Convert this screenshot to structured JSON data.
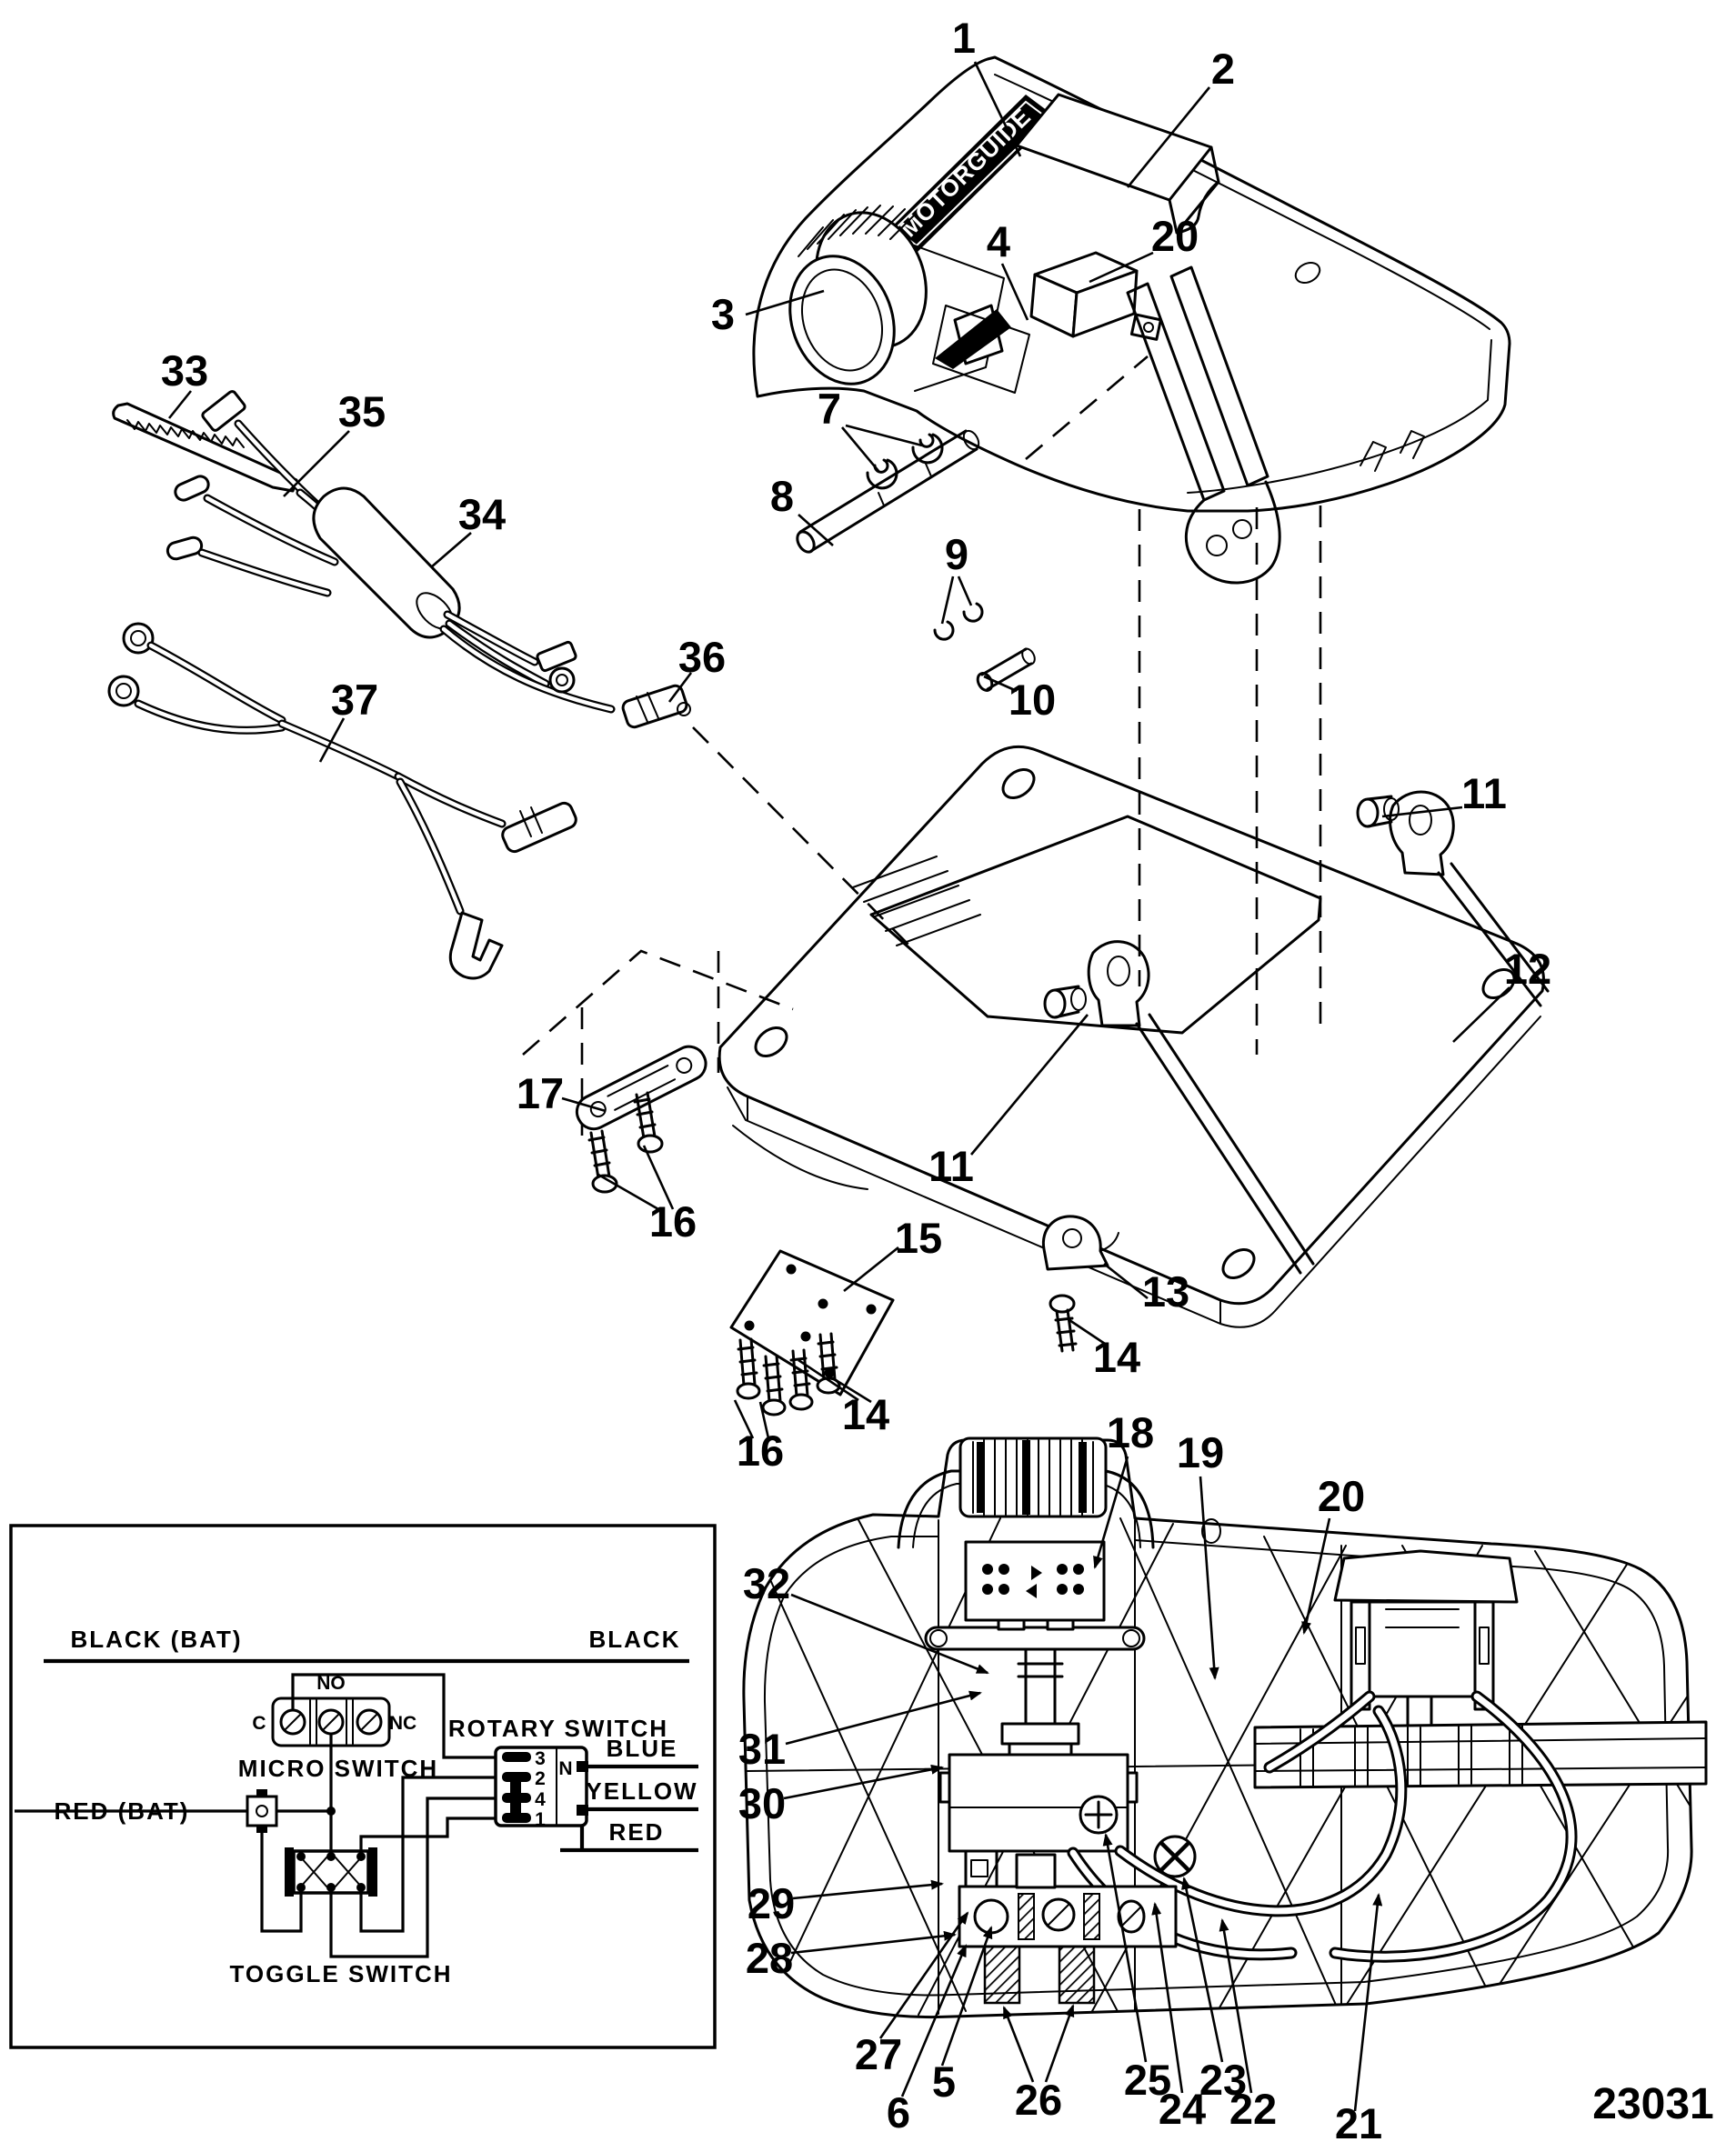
{
  "drawing_number": "23031",
  "logo_text": "MOTORGUIDE",
  "callouts": [
    "1",
    "2",
    "3",
    "4",
    "20",
    "7",
    "8",
    "9",
    "10",
    "33",
    "35",
    "34",
    "36",
    "37",
    "11",
    "12",
    "11",
    "17",
    "16",
    "15",
    "13",
    "14",
    "16",
    "14",
    "18",
    "19",
    "20",
    "32",
    "31",
    "30",
    "29",
    "28",
    "27",
    "5",
    "6",
    "26",
    "25",
    "24",
    "23",
    "22",
    "21"
  ],
  "schematic": {
    "top_wire_left": "BLACK (BAT)",
    "top_wire_right": "BLACK",
    "micro_switch_label": "MICRO SWITCH",
    "micro_terminals": {
      "c": "C",
      "no": "NO",
      "nc": "NC"
    },
    "rotary_switch_label": "ROTARY SWITCH",
    "rotary_terminals": {
      "t3": "3",
      "t2": "2",
      "t4": "4",
      "t1": "1",
      "n": "N"
    },
    "wire_labels": {
      "blue": "BLUE",
      "yellow": "YELLOW",
      "red": "RED"
    },
    "red_bat_label": "RED (BAT)",
    "toggle_switch_label": "TOGGLE SWITCH"
  }
}
